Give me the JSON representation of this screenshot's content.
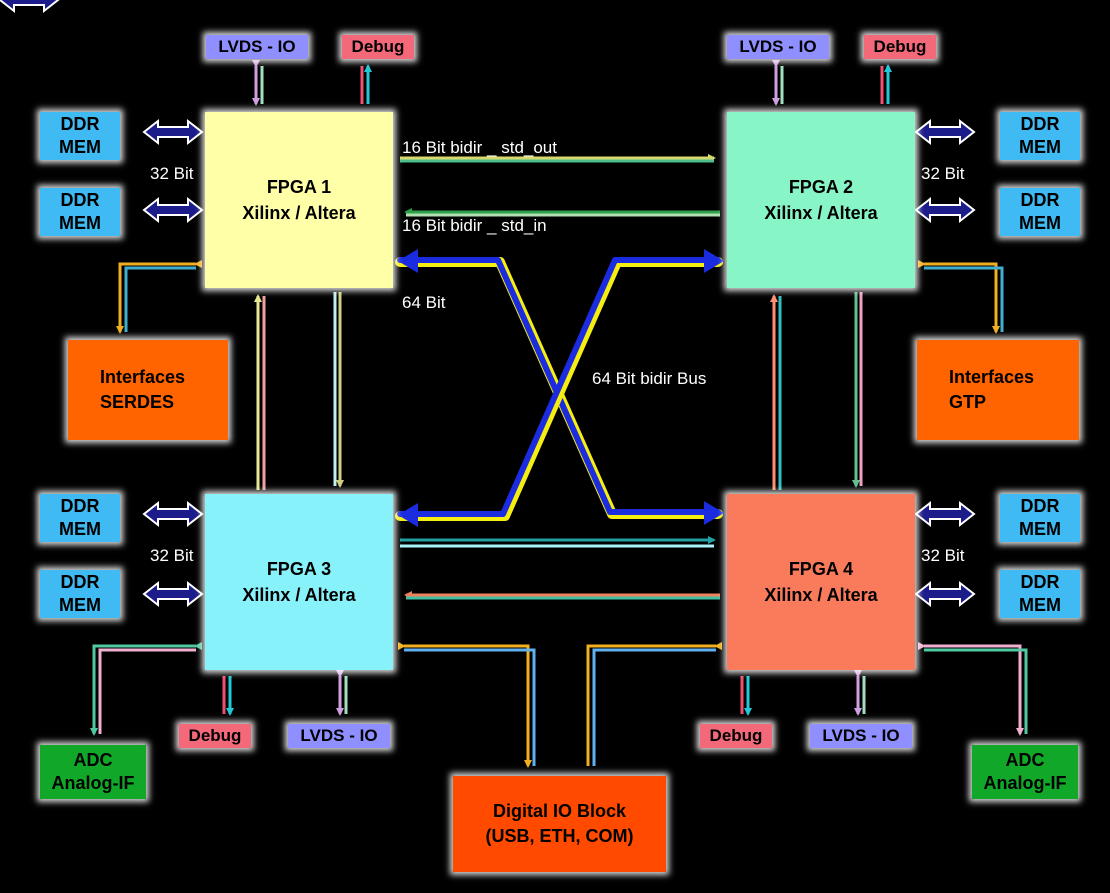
{
  "fpgas": {
    "fpga1": {
      "name": "FPGA 1",
      "vendor": "Xilinx / Altera"
    },
    "fpga2": {
      "name": "FPGA 2",
      "vendor": "Xilinx / Altera"
    },
    "fpga3": {
      "name": "FPGA 3",
      "vendor": "Xilinx / Altera"
    },
    "fpga4": {
      "name": "FPGA 4",
      "vendor": "Xilinx / Altera"
    }
  },
  "peripherals": {
    "lvds": "LVDS - IO",
    "debug": "Debug",
    "ddr_line1": "DDR",
    "ddr_line2": "MEM",
    "if_serdes_line1": "Interfaces",
    "if_serdes_line2": "SERDES",
    "if_gtp_line1": "Interfaces",
    "if_gtp_line2": "GTP",
    "adc_line1": "ADC",
    "adc_line2": "Analog-IF",
    "dio_line1": "Digital IO Block",
    "dio_line2": "(USB, ETH, COM)"
  },
  "labels": {
    "std_out": "16 Bit bidir _ std_out",
    "std_in": "16 Bit bidir _ std_in",
    "bit64": "64 Bit",
    "bus64": "64 Bit bidir Bus",
    "bit32": "32 Bit"
  },
  "colors": {
    "fpga1": "#ffffa8",
    "fpga2": "#88f5c6",
    "fpga3": "#88f2fa",
    "fpga4": "#fa7a5c",
    "ddr": "#3fbaf2",
    "lvds": "#8f8fff",
    "debug": "#f4697a",
    "interfaces": "#ff6400",
    "adc": "#11a82a",
    "dio": "#ff4a00",
    "bus_blue": "#1a2be0",
    "bus_yellow": "#f5ee10"
  }
}
